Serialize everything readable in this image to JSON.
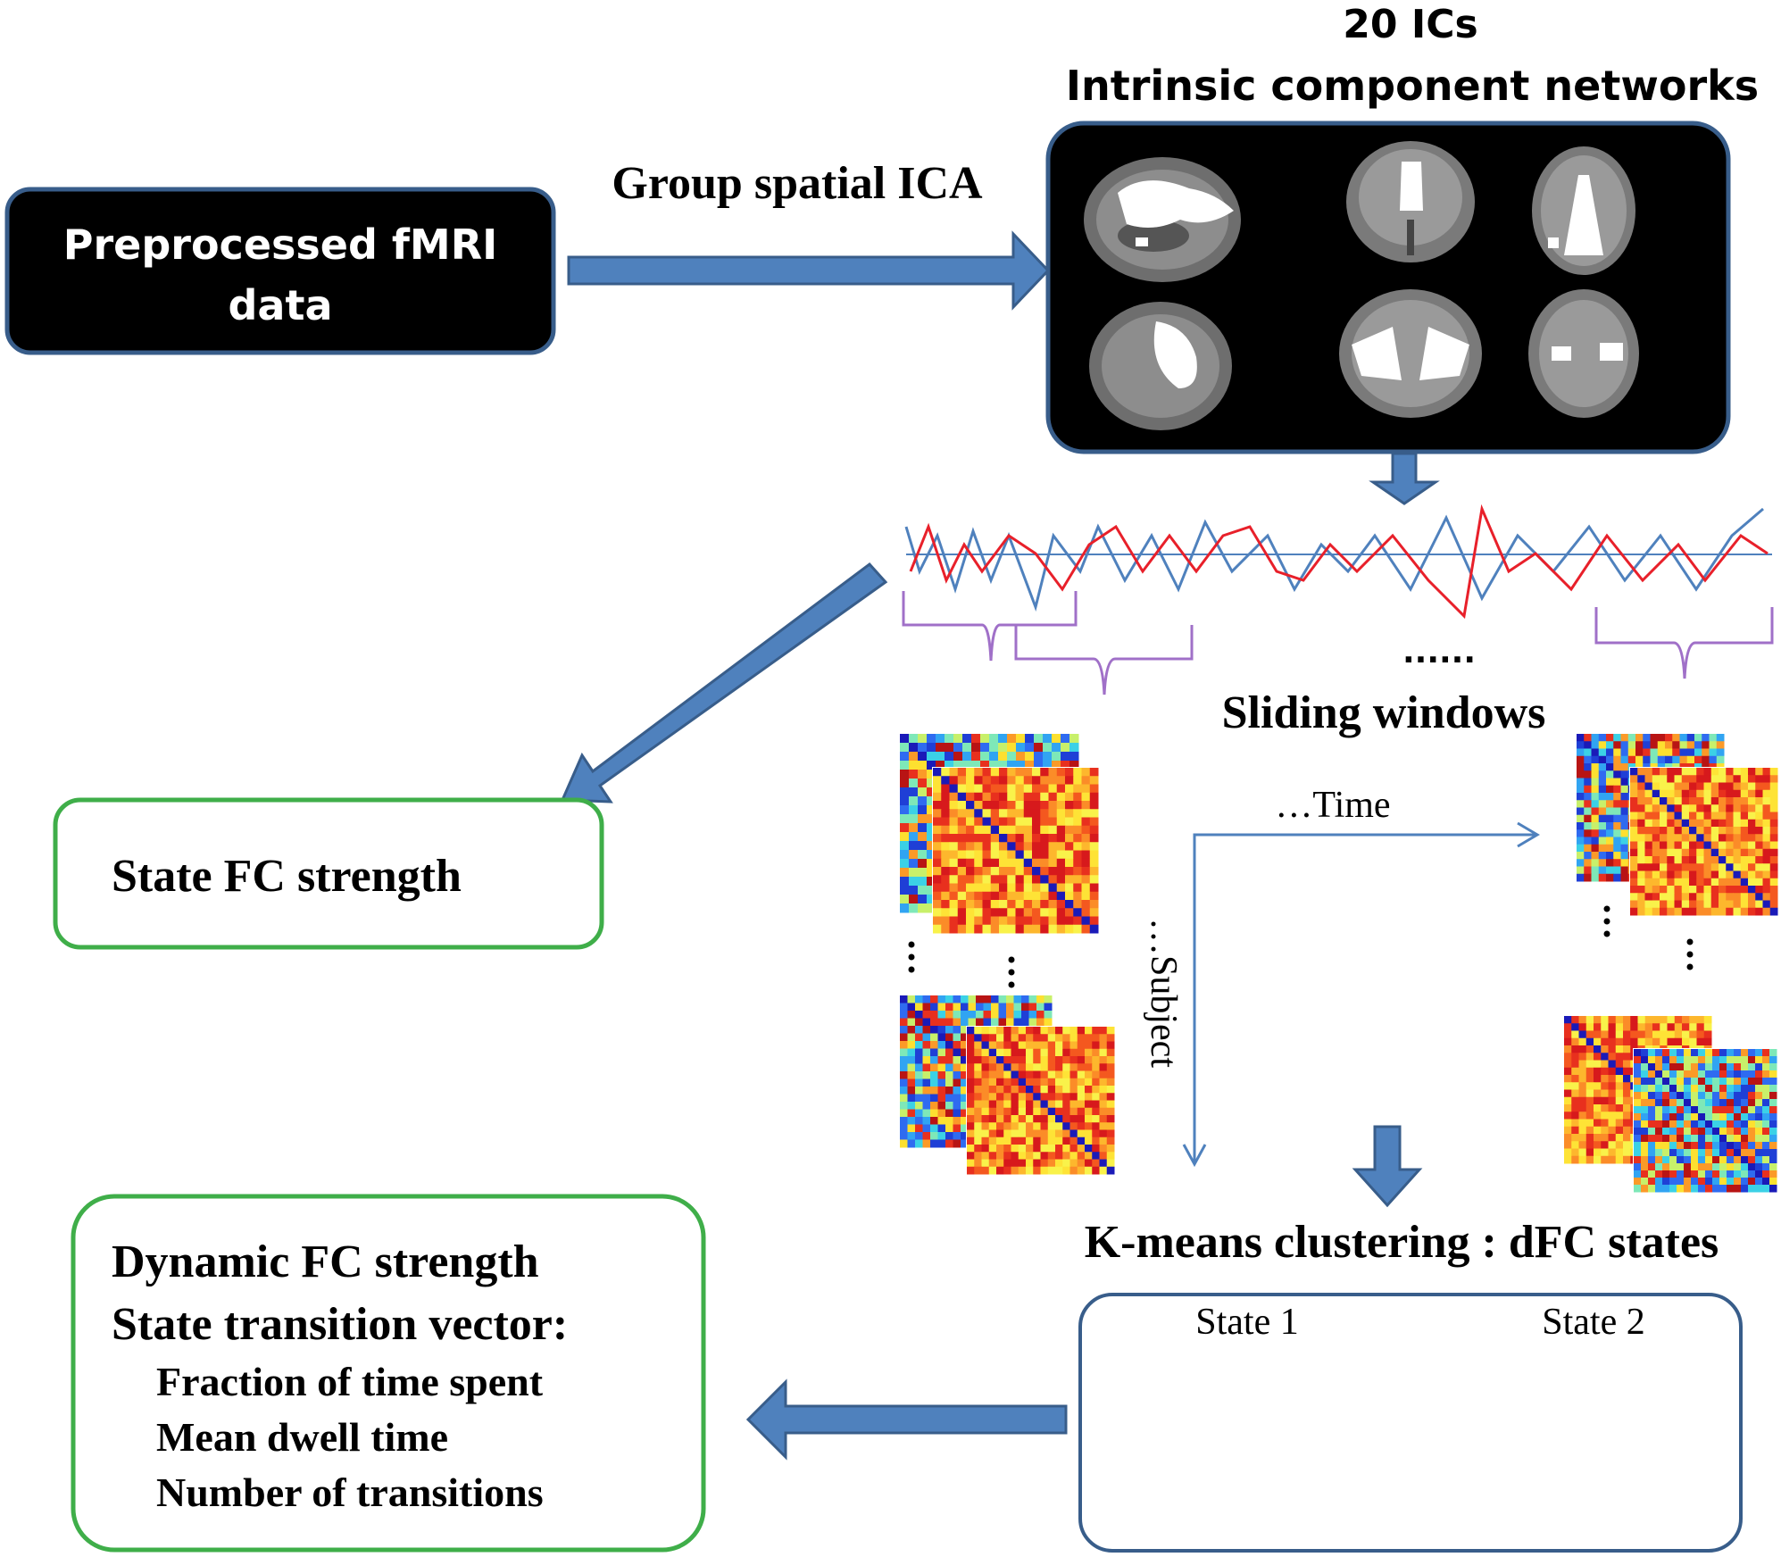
{
  "blocks": {
    "preprocessed": {
      "line1": "Preprocessed fMRI",
      "line2": "data"
    },
    "ica_label": "Group spatial ICA",
    "ic_networks": {
      "title_line1": "20 ICs",
      "title_line2": "Intrinsic component networks"
    },
    "sliding_windows": "Sliding windows",
    "ellipsis": "......",
    "time_axis": "…Time",
    "subject_axis": "…Subject",
    "state_fc": "State FC strength",
    "kmeans": "K-means clustering : dFC states",
    "states": [
      "State 1",
      "State 2"
    ],
    "dynamic": {
      "heading1": "Dynamic FC strength",
      "heading2": "State transition vector:",
      "items": [
        "Fraction of time spent",
        "Mean dwell time",
        "Number of transitions"
      ]
    }
  },
  "colors": {
    "arrow": "#4f81bd",
    "arrow_stroke": "#385d8a",
    "box_dark": "#000000",
    "box_border_blue": "#385d8a",
    "box_border_green": "#3fae49",
    "signal_red": "#e8202a",
    "signal_blue": "#4f81bd",
    "bracket": "#a070c8"
  },
  "icons": {
    "brain_slices": [
      "sagittal-brain-icon",
      "coronal-brain-icon",
      "axial-brain-icon",
      "sagittal-brain-icon",
      "coronal-brain-icon",
      "axial-brain-icon"
    ],
    "matrices": "fc-matrix-icon"
  }
}
